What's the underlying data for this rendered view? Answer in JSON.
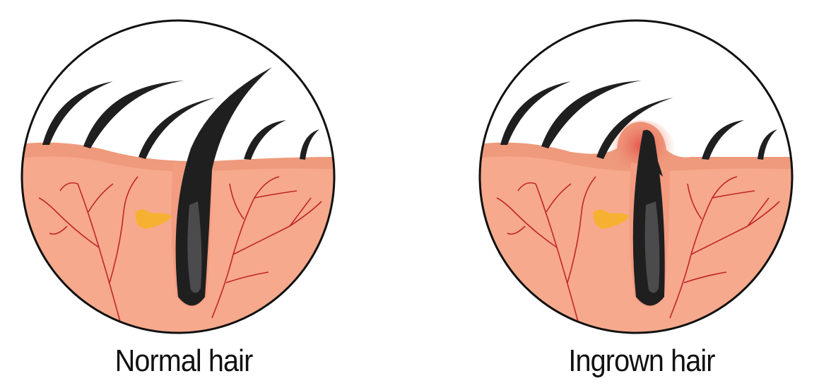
{
  "diagram": {
    "panels": [
      {
        "id": "normal",
        "caption": "Normal hair"
      },
      {
        "id": "ingrown",
        "caption": "Ingrown hair"
      }
    ],
    "colors": {
      "skin": "#f6a98c",
      "epidermis": "#ef9a7c",
      "vessel": "#c0262a",
      "hair": "#1f1f20",
      "hair_core": "#4b4b4d",
      "gland": "#f7b132",
      "inflammation": "#e5524a",
      "outline": "#111111"
    }
  }
}
